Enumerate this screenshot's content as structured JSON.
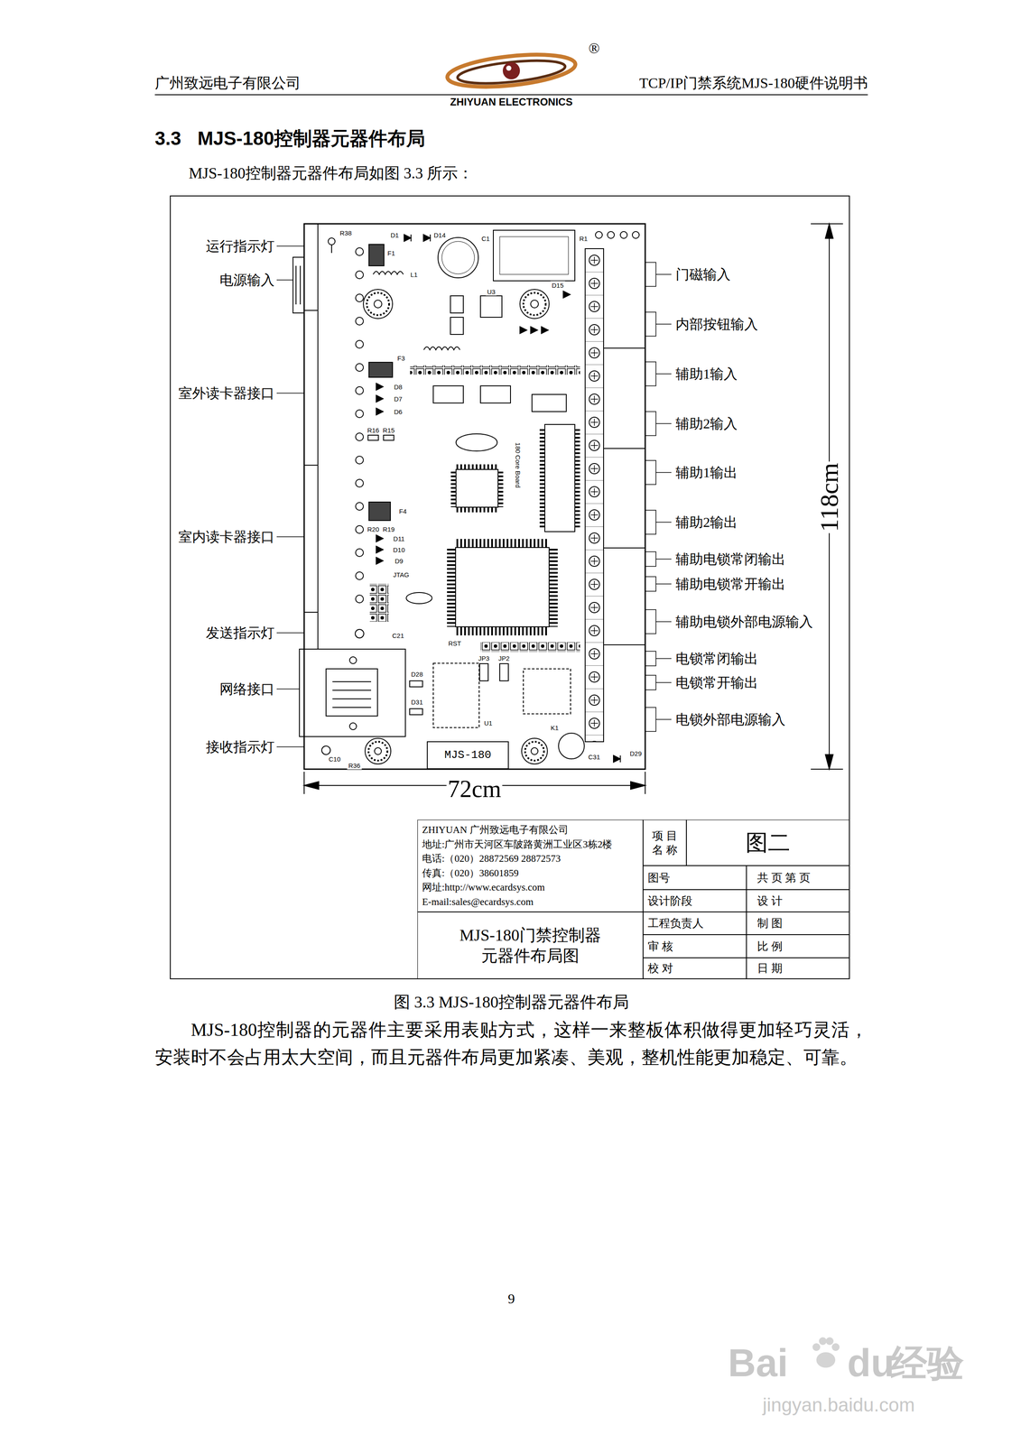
{
  "diagram": {
    "title": "3.3 MJS-180控制器元器件布局",
    "caption": "图 3.3 MJS-180控制器元器件布局",
    "nodes": [
      {
        "text": [
          "MJS-180"
        ]
      },
      {
        "text": [
          "ZHIYUAN 广州致远电子有限公司",
          "地址:广州市天河区车陂路黄洲工业区3栋2楼",
          "电话:（020）28872569 28872573",
          "传真:（020）38601859",
          "网址:http://www.ecardsys.com",
          "E-mail:sales@ecardsys.com"
        ]
      },
      {
        "text": [
          "MJS-180门禁控制器",
          "元器件布局图"
        ]
      },
      {
        "text": [
          "项 目",
          "名 称"
        ]
      },
      {
        "text": [
          "图二"
        ]
      },
      {
        "text": [
          "图号"
        ]
      },
      {
        "text": [
          "共 页 第 页"
        ]
      },
      {
        "text": [
          "设计阶段"
        ]
      },
      {
        "text": [
          "设 计"
        ]
      },
      {
        "text": [
          "工程负责人"
        ]
      },
      {
        "text": [
          "制 图"
        ]
      },
      {
        "text": [
          "审 核"
        ]
      },
      {
        "text": [
          "比 例"
        ]
      },
      {
        "text": [
          "校 对"
        ]
      },
      {
        "text": [
          "日 期"
        ]
      }
    ],
    "labels": [
      "广州致远电子有限公司",
      "®",
      "ZHIYUAN ELECTRONICS",
      "TCP/IP门禁系统MJS-180硬件说明书",
      "MJS-180控制器元器件布局如图 3.3 所示：",
      "运行指示灯",
      "电源输入",
      "室外读卡器接口",
      "室内读卡器接口",
      "发送指示灯",
      "网络接口",
      "接收指示灯",
      "门磁输入",
      "内部按钮输入",
      "辅助1输入",
      "辅助2输入",
      "辅助1输出",
      "辅助2输出",
      "辅助电锁常闭输出",
      "辅助电锁常开输出",
      "辅助电锁外部电源输入",
      "电锁常闭输出",
      "电锁常开输出",
      "电锁外部电源输入",
      "R38",
      "D1",
      "D14",
      "C1",
      "R1",
      "F1",
      "L1",
      "U3",
      "D15",
      "F3",
      "D8",
      "D7",
      "D6",
      "R16",
      "R15",
      "F4",
      "R20",
      "R19",
      "D11",
      "D10",
      "D9",
      "JTAG",
      "180 Core Board",
      "RST",
      "C21",
      "D28",
      "D31",
      "JP3",
      "JP2",
      "U1",
      "K1",
      "C10",
      "R36",
      "C31",
      "D29",
      "118cm",
      "72cm",
      "MJS-180控制器的元器件主要采用表贴方式，这样一来整板体积做得更加轻巧灵活，安装时不会占用太大空间，而且元器件布局更加紧凑、美观，整机性能更加稳定、可靠。",
      "9",
      "Bai",
      "du",
      "经验",
      "jingyan.baidu.com"
    ]
  }
}
